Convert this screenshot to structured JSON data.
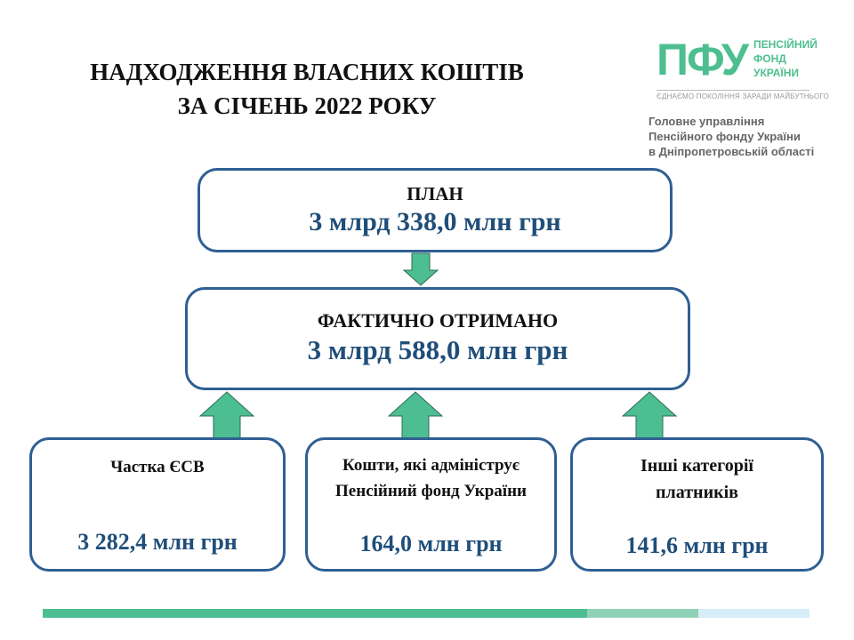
{
  "title": {
    "line1": "НАДХОДЖЕННЯ ВЛАСНИХ КОШТІВ",
    "line2": "ЗА СІЧЕНЬ 2022 РОКУ"
  },
  "logo": {
    "mark": "ПФУ",
    "name_line1": "ПЕНСІЙНИЙ",
    "name_line2": "ФОНД",
    "name_line3": "УКРАЇНИ",
    "tagline": "ЄДНАЄМО ПОКОЛІННЯ ЗАРАДИ МАЙБУТНЬОГО"
  },
  "organization": {
    "line1": "Головне управління",
    "line2": "Пенсійного фонду України",
    "line3": "в Дніпропетровській області"
  },
  "plan": {
    "label": "ПЛАН",
    "value": "3 млрд 338,0 млн грн"
  },
  "actual": {
    "label": "ФАКТИЧНО ОТРИМАНО",
    "value": "3 млрд 588,0 млн грн"
  },
  "sources": [
    {
      "label": "Частка ЄСВ",
      "value": "3 282,4 млн грн"
    },
    {
      "label": "Кошти, які адмініструє Пенсійний фонд України",
      "value": "164,0 млн грн"
    },
    {
      "label": "Інші категорії платників",
      "value": "141,6 млн грн"
    }
  ],
  "colors": {
    "border": "#2f5f93",
    "value": "#1f4e79",
    "arrow": "#4dbd92",
    "bar1": "#4dbd92",
    "bar2": "#8fd1b6",
    "bar3": "#d6eef8"
  }
}
